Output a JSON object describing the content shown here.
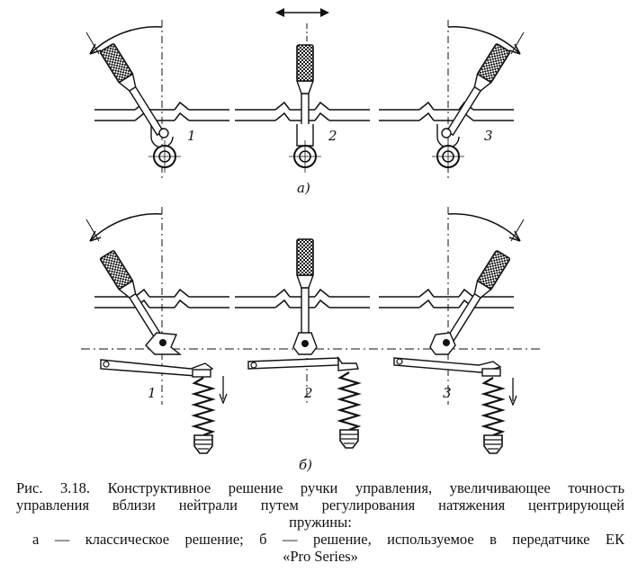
{
  "figure": {
    "row_a_label": "a)",
    "row_b_label": "б)",
    "position_labels": [
      "1",
      "2",
      "3"
    ]
  },
  "caption": {
    "line1": "Рис. 3.18. Конструктивное решение ручки управления, увеличивающее точность",
    "line2": "управления вблизи нейтрали путем регулирования натяжения центрирующей",
    "line3": "пружины:",
    "line4": "а — классическое решение; б — решение, используемое в передатчике ЕК",
    "line5": "«Pro Series»"
  }
}
